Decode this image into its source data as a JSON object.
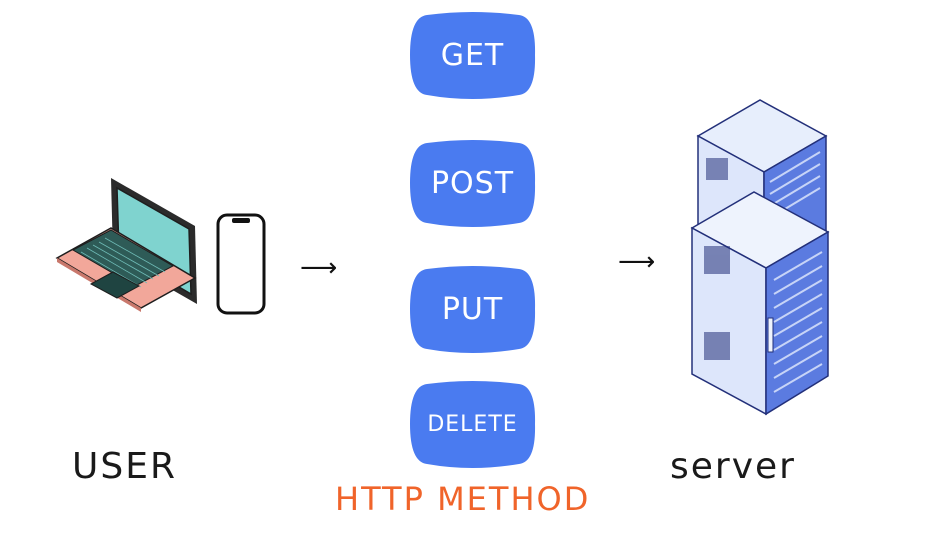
{
  "methods": [
    {
      "label": "GET"
    },
    {
      "label": "POST"
    },
    {
      "label": "PUT"
    },
    {
      "label": "DELETE"
    }
  ],
  "user_label": "USER",
  "server_label": "server",
  "caption": "HTTP METHOD",
  "arrow_glyph": "⟶",
  "colors": {
    "method_fill": "#4a7bf0",
    "caption": "#f0642a",
    "screen": "#7fd3cf",
    "laptop_body": "#f2a79a",
    "server_light": "#dde6fb",
    "server_blue": "#5b7be0"
  }
}
